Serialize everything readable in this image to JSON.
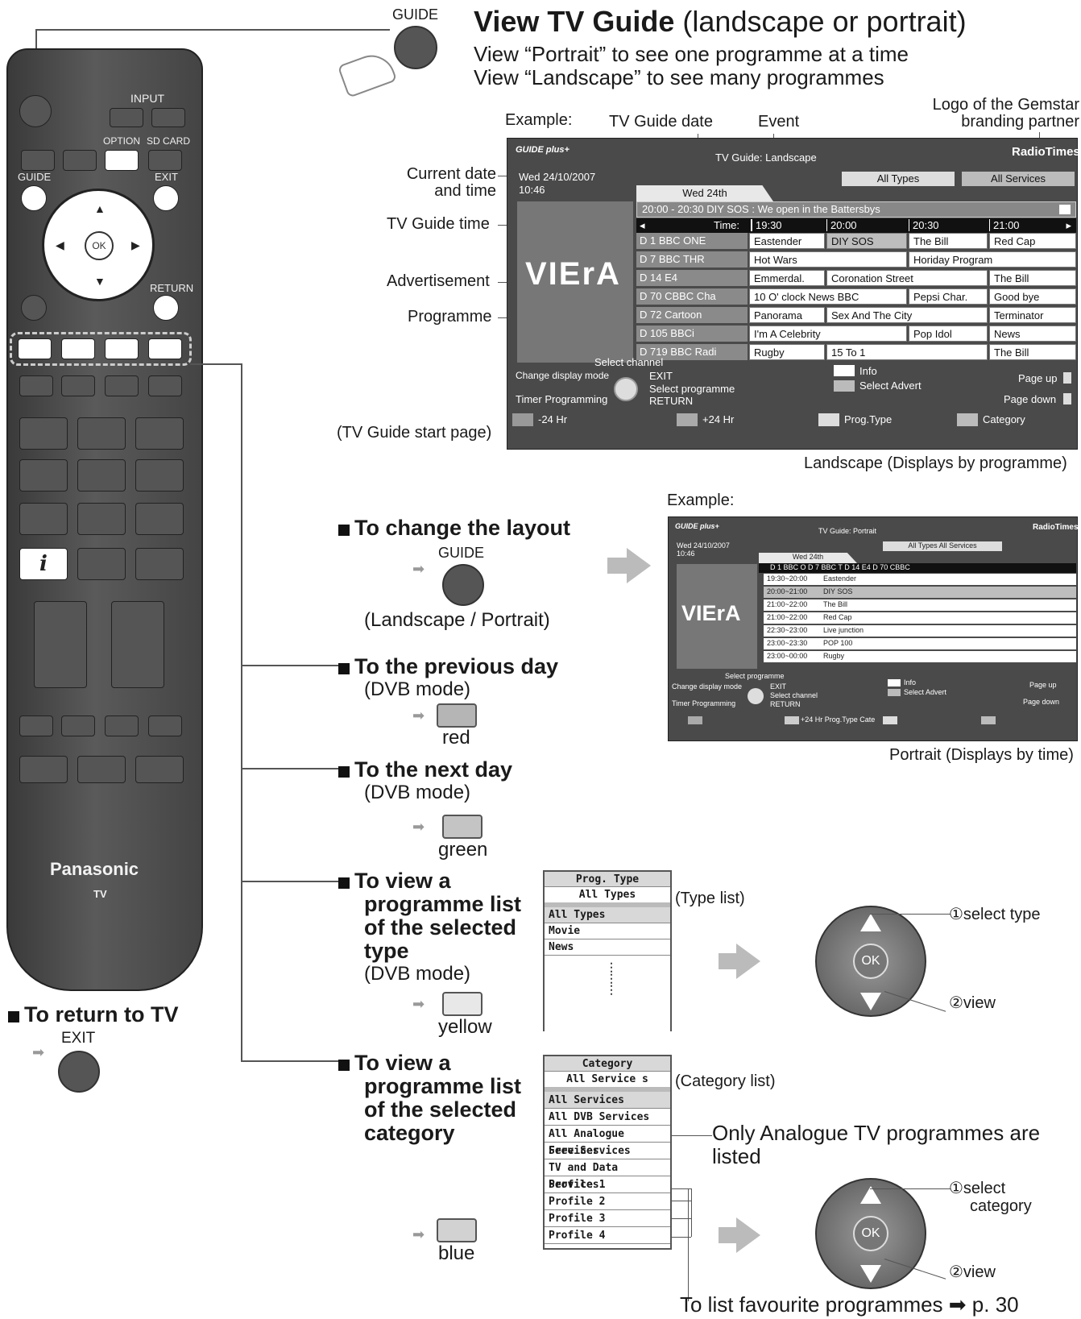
{
  "header": {
    "guide_key_label": "GUIDE",
    "title_bold": "View TV Guide",
    "title_rest": " (landscape or portrait)",
    "line1": "View “Portrait” to see one programme at a time",
    "line2": "View “Landscape” to see many programmes"
  },
  "remote": {
    "labels": {
      "input": "INPUT",
      "option": "OPTION",
      "sdcard": "SD CARD",
      "guide": "GUIDE",
      "exit": "EXIT",
      "return": "RETURN",
      "ok": "OK",
      "info": "i"
    },
    "brand": "Panasonic",
    "model": "TV"
  },
  "landscape": {
    "example_label": "Example:",
    "callout_date": "TV Guide date",
    "callout_event": "Event",
    "callout_logo": "Logo of the Gemstar branding partner",
    "label_current": "Current date and time",
    "label_time": "TV Guide time",
    "label_advert": "Advertisement",
    "label_programme": "Programme",
    "label_start": "(TV Guide start page)",
    "caption": "Landscape (Displays by programme)",
    "screen": {
      "logo_left": "GUIDE plus+",
      "title": "TV Guide: Landscape",
      "logo_right": "RadioTimes",
      "date": "Wed 24/10/2007",
      "time": "10:46",
      "btn_types": "All Types",
      "btn_services": "All Services",
      "tab_date": "Wed 24th",
      "info_bar": "20:00 - 20:30  DIY SOS : We open in the Battersbys",
      "time_label": "Time:",
      "slots": [
        "19:30",
        "20:00",
        "20:30",
        "21:00"
      ],
      "advert": "VIErA",
      "rows": [
        {
          "ch": "D   1  BBC ONE",
          "events": [
            "Eastender",
            "DIY SOS",
            "The Bill",
            "Red Cap"
          ]
        },
        {
          "ch": "D   7  BBC THR",
          "events": [
            "Hot Wars",
            "Horiday Program"
          ]
        },
        {
          "ch": "D  14  E4",
          "events": [
            "Emmerdal.",
            "Coronation Street",
            "The Bill"
          ]
        },
        {
          "ch": "D  70  CBBC Cha",
          "events": [
            "10 O' clock News BBC",
            "Pepsi Char.",
            "Good bye"
          ]
        },
        {
          "ch": "D  72  Cartoon",
          "events": [
            "Panorama",
            "Sex And The City",
            "Terminator"
          ]
        },
        {
          "ch": "D 105  BBCi",
          "events": [
            "I'm A Celebrity",
            "Pop Idol",
            "News"
          ]
        },
        {
          "ch": "D 719  BBC Radi",
          "events": [
            "Rugby",
            "15 To 1",
            "The Bill"
          ]
        }
      ],
      "help": {
        "select_channel": "Select channel",
        "change_mode": "Change display mode",
        "exit": "EXIT",
        "select_prog": "Select programme",
        "timer": "Timer Programming",
        "return": "RETURN",
        "info": "Info",
        "select_advert": "Select Advert",
        "page_up": "Page up",
        "page_down": "Page down"
      },
      "footer": [
        "-24 Hr",
        "+24 Hr",
        "Prog.Type",
        "Category"
      ]
    }
  },
  "portrait": {
    "example_label": "Example:",
    "caption": "Portrait (Displays by time)",
    "screen": {
      "logo_left": "GUIDE plus+",
      "title": "TV Guide: Portrait",
      "logo_right": "RadioTimes",
      "date": "Wed 24/10/2007",
      "time": "10:46",
      "btns": "All Types All Services",
      "tab_date": "Wed 24th",
      "channels": "D  1 BBC O D  7 BBC T D  14 E4 D  70 CBBC",
      "advert": "VIErA",
      "rows": [
        {
          "t": "19:30~20:00",
          "p": "Eastender"
        },
        {
          "t": "20:00~21:00",
          "p": "DIY SOS"
        },
        {
          "t": "21:00~22:00",
          "p": "The Bill"
        },
        {
          "t": "21:00~22:00",
          "p": "Red Cap"
        },
        {
          "t": "22:30~23:00",
          "p": "Live junction"
        },
        {
          "t": "23:00~23:30",
          "p": "POP 100"
        },
        {
          "t": "23:00~00:00",
          "p": "Rugby"
        }
      ],
      "help": {
        "select_prog": "Select programme",
        "change_mode": "Change display mode",
        "exit": "EXIT",
        "select_channel": "Select channel",
        "timer": "Timer Programming",
        "return": "RETURN",
        "info": "Info",
        "select_advert": "Select Advert",
        "page_up": "Page up",
        "page_down": "Page down",
        "footer": "+24 Hr Prog.Type Cate"
      }
    }
  },
  "sections": {
    "layout": {
      "title": "To change the layout",
      "key": "GUIDE",
      "note": "(Landscape / Portrait)"
    },
    "prev": {
      "title": "To the previous day",
      "mode": "(DVB mode)",
      "color": "red"
    },
    "next": {
      "title": "To the next day",
      "mode": "(DVB mode)",
      "color": "green"
    },
    "type": {
      "title1": "To view a",
      "title2": "programme list",
      "title3": "of the selected",
      "title4": "type",
      "mode": "(DVB mode)",
      "color": "yellow",
      "list_label": "(Type list)"
    },
    "cat": {
      "title1": "To view a",
      "title2": "programme list",
      "title3": "of the selected",
      "title4": "category",
      "color": "blue",
      "list_label": "(Category list)"
    },
    "return": {
      "title": "To return to TV",
      "key": "EXIT"
    }
  },
  "type_menu": {
    "header": "Prog. Type",
    "current": "All Types",
    "items": [
      "All Types",
      "Movie",
      "News"
    ]
  },
  "cat_menu": {
    "header": "Category",
    "current": "All Service s",
    "items": [
      "All Services",
      "All DVB Services",
      "All Analogue Services",
      "Free Services",
      "TV and Data Services",
      "Profile 1",
      "Profile 2",
      "Profile 3",
      "Profile 4"
    ]
  },
  "dpad_type": {
    "ok": "OK",
    "step1": "①select type",
    "step2": "②view"
  },
  "dpad_cat": {
    "ok": "OK",
    "step1": "①select",
    "step1b": "category",
    "step2": "②view"
  },
  "analogue_note": "Only Analogue TV programmes are listed",
  "favourite_note": "To list favourite programmes ➡ p. 30",
  "colors": {
    "red": "#b8b8b8",
    "green": "#c4c4c4",
    "yellow": "#e6e6e6",
    "blue": "#d2d2d2",
    "screen": "#4a4a4a"
  }
}
